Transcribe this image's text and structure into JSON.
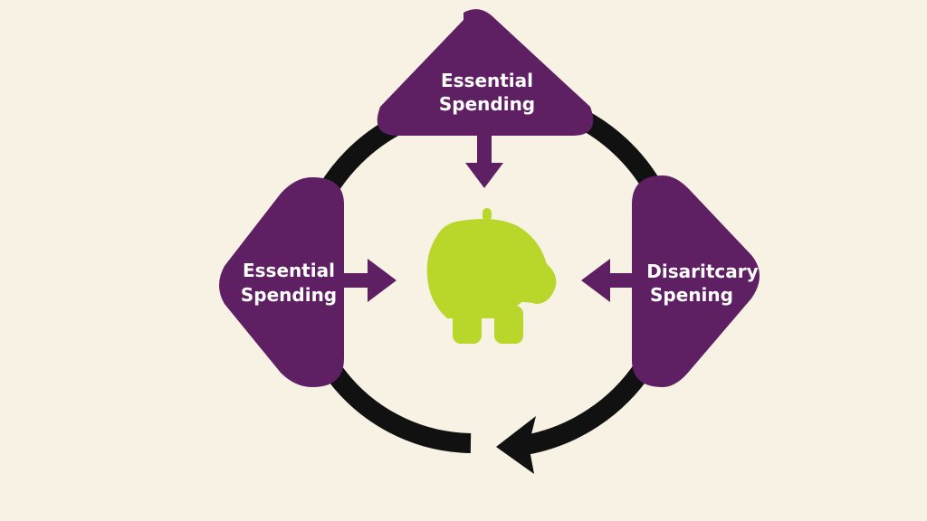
{
  "diagram": {
    "nodes": {
      "top": {
        "line1": "Essential",
        "line2": "Spending"
      },
      "left": {
        "line1": "Essential",
        "line2": "Spending"
      },
      "right": {
        "line1": "Disaritcary",
        "line2": "Spening"
      }
    },
    "center": {
      "icon": "piggy-bank-icon"
    },
    "colors": {
      "background": "#f7f2e3",
      "node": "#5e1f63",
      "cycle_arrow": "#111111",
      "piggy_bank": "#b9d62a"
    }
  }
}
